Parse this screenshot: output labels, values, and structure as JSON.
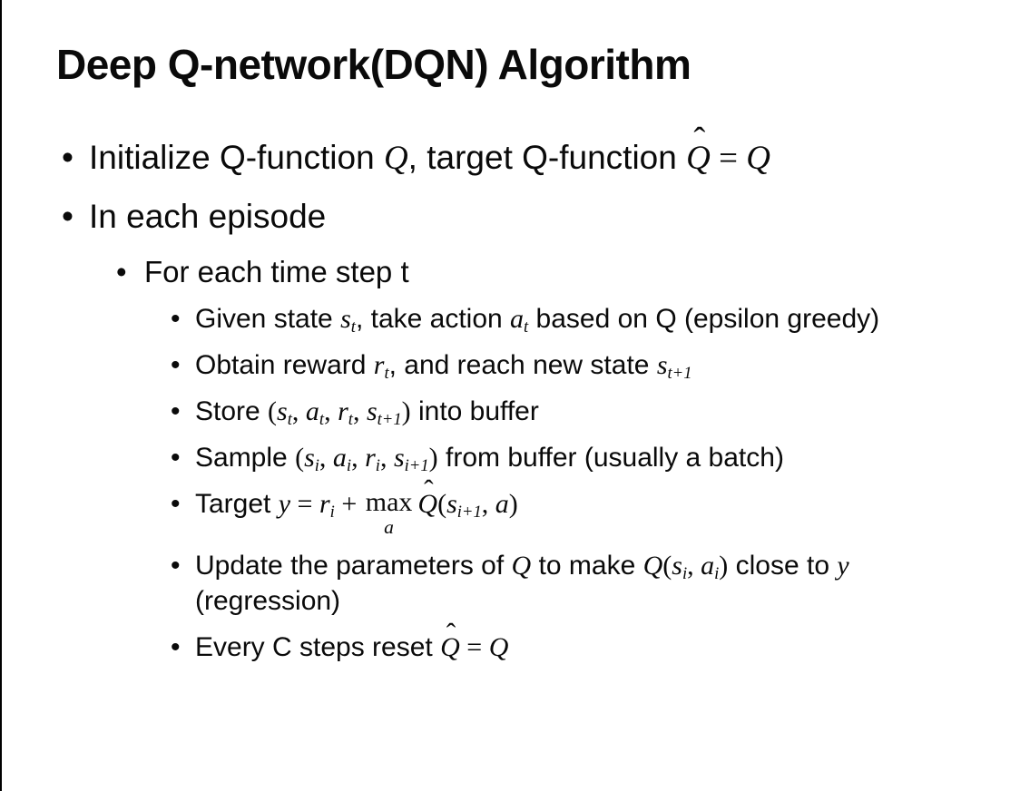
{
  "slide": {
    "title": "Deep Q-network(DQN) Algorithm",
    "bullet_char": "•",
    "hat_char": "ˆ",
    "bullets": [
      {
        "level": 1,
        "segments": [
          {
            "t": "t",
            "v": "Initialize Q-function "
          },
          {
            "t": "m",
            "v": "Q"
          },
          {
            "t": "t",
            "v": ", target Q-function "
          },
          {
            "t": "mh",
            "v": "Q"
          },
          {
            "t": "mu",
            "v": " = "
          },
          {
            "t": "m",
            "v": "Q"
          }
        ]
      },
      {
        "level": 1,
        "segments": [
          {
            "t": "t",
            "v": "In each episode"
          }
        ]
      },
      {
        "level": 2,
        "segments": [
          {
            "t": "t",
            "v": "For each time step t"
          }
        ]
      },
      {
        "level": 3,
        "segments": [
          {
            "t": "t",
            "v": "Given state "
          },
          {
            "t": "ms",
            "v": "s",
            "sub": "t"
          },
          {
            "t": "t",
            "v": ", take action "
          },
          {
            "t": "ms",
            "v": "a",
            "sub": "t"
          },
          {
            "t": "t",
            "v": " based on Q (epsilon greedy)"
          }
        ]
      },
      {
        "level": 3,
        "segments": [
          {
            "t": "t",
            "v": "Obtain reward "
          },
          {
            "t": "ms",
            "v": "r",
            "sub": "t"
          },
          {
            "t": "t",
            "v": ", and reach new state "
          },
          {
            "t": "ms",
            "v": "s",
            "sub": "t+1"
          }
        ]
      },
      {
        "level": 3,
        "segments": [
          {
            "t": "t",
            "v": "Store "
          },
          {
            "t": "mu",
            "v": "("
          },
          {
            "t": "ms",
            "v": "s",
            "sub": "t"
          },
          {
            "t": "mu",
            "v": ", "
          },
          {
            "t": "ms",
            "v": "a",
            "sub": "t"
          },
          {
            "t": "mu",
            "v": ", "
          },
          {
            "t": "ms",
            "v": "r",
            "sub": "t"
          },
          {
            "t": "mu",
            "v": ", "
          },
          {
            "t": "ms",
            "v": "s",
            "sub": "t+1"
          },
          {
            "t": "mu",
            "v": ")"
          },
          {
            "t": "t",
            "v": " into buffer"
          }
        ]
      },
      {
        "level": 3,
        "segments": [
          {
            "t": "t",
            "v": "Sample "
          },
          {
            "t": "mu",
            "v": "("
          },
          {
            "t": "ms",
            "v": "s",
            "sub": "i"
          },
          {
            "t": "mu",
            "v": ", "
          },
          {
            "t": "ms",
            "v": "a",
            "sub": "i"
          },
          {
            "t": "mu",
            "v": ", "
          },
          {
            "t": "ms",
            "v": "r",
            "sub": "i"
          },
          {
            "t": "mu",
            "v": ", "
          },
          {
            "t": "ms",
            "v": "s",
            "sub": "i+1"
          },
          {
            "t": "mu",
            "v": ")"
          },
          {
            "t": "t",
            "v": " from buffer (usually a batch)"
          }
        ]
      },
      {
        "level": 3,
        "segments": [
          {
            "t": "t",
            "v": "Target "
          },
          {
            "t": "m",
            "v": "y"
          },
          {
            "t": "mu",
            "v": " = "
          },
          {
            "t": "ms",
            "v": "r",
            "sub": "i"
          },
          {
            "t": "mu",
            "v": " + "
          },
          {
            "t": "mx",
            "v": "max",
            "under": "a"
          },
          {
            "t": "mh",
            "v": "Q"
          },
          {
            "t": "mu",
            "v": "("
          },
          {
            "t": "ms",
            "v": "s",
            "sub": "i+1"
          },
          {
            "t": "mu",
            "v": ", "
          },
          {
            "t": "m",
            "v": "a"
          },
          {
            "t": "mu",
            "v": ")"
          }
        ]
      },
      {
        "level": 3,
        "segments": [
          {
            "t": "t",
            "v": "Update the parameters of "
          },
          {
            "t": "m",
            "v": "Q"
          },
          {
            "t": "t",
            "v": " to make "
          },
          {
            "t": "m",
            "v": "Q"
          },
          {
            "t": "mu",
            "v": "("
          },
          {
            "t": "ms",
            "v": "s",
            "sub": "i"
          },
          {
            "t": "mu",
            "v": ", "
          },
          {
            "t": "ms",
            "v": "a",
            "sub": "i"
          },
          {
            "t": "mu",
            "v": ")"
          },
          {
            "t": "t",
            "v": " close to "
          },
          {
            "t": "m",
            "v": "y"
          },
          {
            "t": "t",
            "v": " (regression)"
          }
        ]
      },
      {
        "level": 3,
        "segments": [
          {
            "t": "t",
            "v": "Every C steps reset "
          },
          {
            "t": "mh",
            "v": "Q"
          },
          {
            "t": "mu",
            "v": " = "
          },
          {
            "t": "m",
            "v": "Q"
          }
        ]
      }
    ]
  },
  "colors": {
    "background": "#ffffff",
    "text": "#0a0a0a",
    "frame": "#000000"
  }
}
